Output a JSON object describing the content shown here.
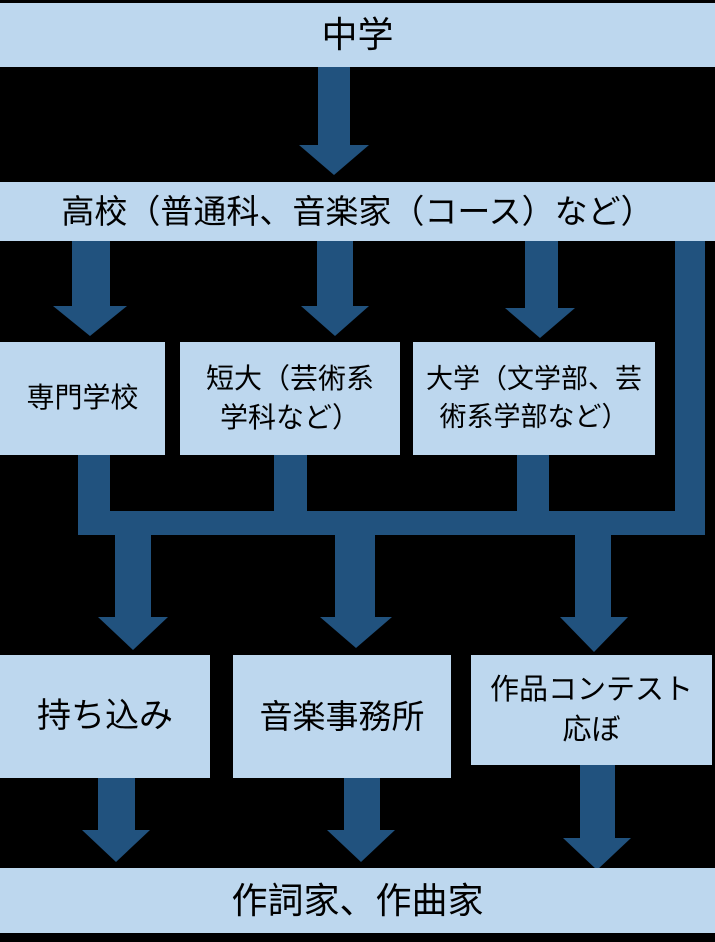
{
  "colors": {
    "background": "#000000",
    "box_fill": "#BDD7EE",
    "arrow": "#21527E",
    "text": "#000000"
  },
  "nodes": {
    "junior_high": {
      "label": "中学"
    },
    "high_school": {
      "label": "高校（普通科、音楽家（コース）など）"
    },
    "vocational": {
      "label": "専門学校"
    },
    "junior_college": {
      "line1": "短大（芸術系",
      "line2": "学科など）"
    },
    "university": {
      "line1": "大学（文学部、芸",
      "line2": "術系学部など）"
    },
    "submission": {
      "label": "持ち込み"
    },
    "music_agency": {
      "label": "音楽事務所"
    },
    "contest": {
      "line1": "作品コンテスト",
      "line2": "応ぼ"
    },
    "final": {
      "label": "作詞家、作曲家"
    }
  }
}
